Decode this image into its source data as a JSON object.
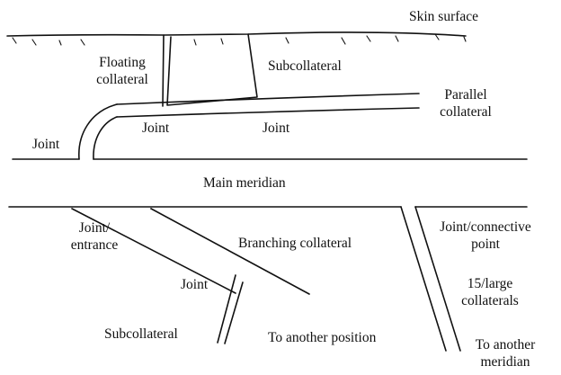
{
  "labels": {
    "skin_surface": "Skin surface",
    "floating_collateral": [
      "Floating",
      "collateral"
    ],
    "subcollateral_top": "Subcollateral",
    "parallel_collateral": [
      "Parallel",
      "collateral"
    ],
    "joint_left": "Joint",
    "joint_mid_left": "Joint",
    "joint_mid_right": "Joint",
    "main_meridian": "Main meridian",
    "joint_entrance": [
      "Joint/",
      "entrance"
    ],
    "branching_collateral": "Branching collateral",
    "joint_connective_point": [
      "Joint/connective",
      "point"
    ],
    "joint_lower": "Joint",
    "large_collaterals": [
      "15/large",
      "collaterals"
    ],
    "subcollateral_bottom": "Subcollateral",
    "to_another_position": "To another position",
    "to_another_meridian": [
      "To another",
      "meridian"
    ]
  }
}
